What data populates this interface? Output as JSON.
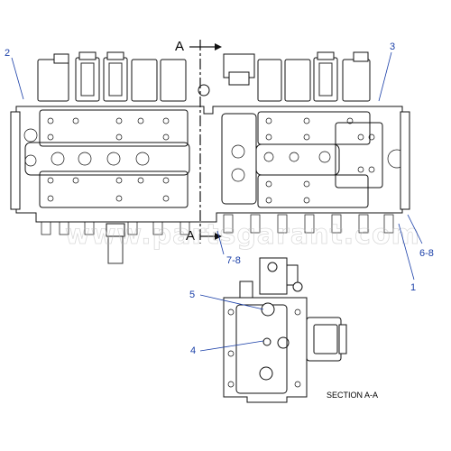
{
  "callouts": {
    "c1": "1",
    "c2": "2",
    "c3": "3",
    "c4": "4",
    "c5": "5",
    "c6_8": "6-8",
    "c7_8": "7-8"
  },
  "section": {
    "letter_top": "A",
    "letter_bottom": "A",
    "caption": "SECTION A-A"
  },
  "watermark": "www.partsgarant.com",
  "colors": {
    "callout": "#1a3fa8",
    "line": "#111111"
  }
}
